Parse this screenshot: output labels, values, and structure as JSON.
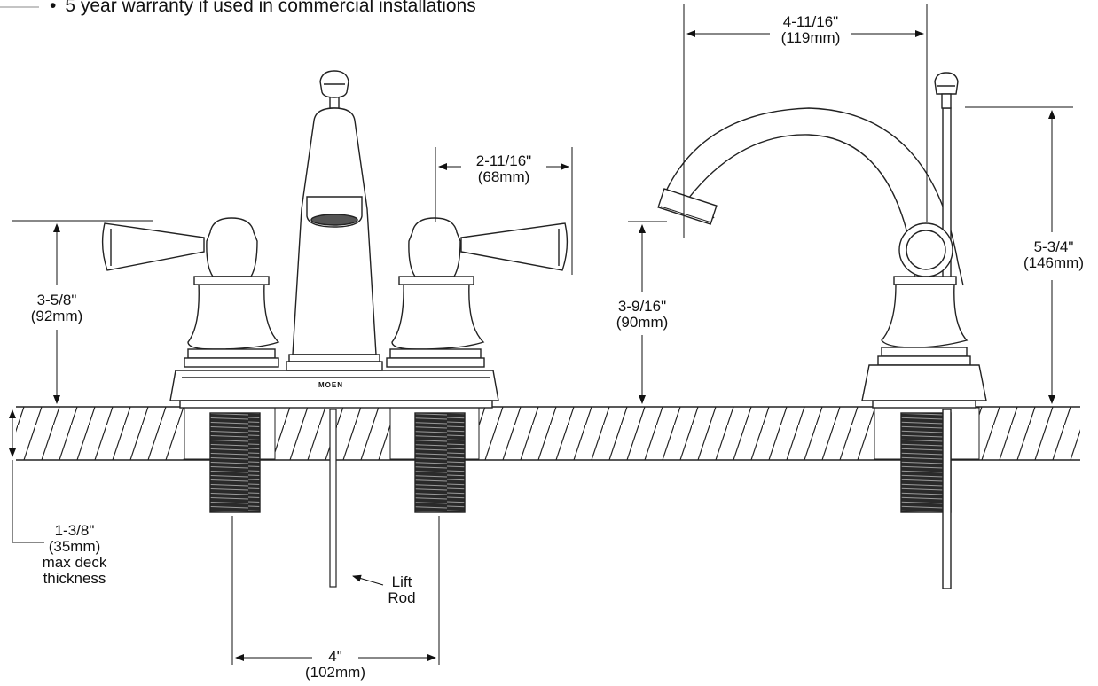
{
  "bullet_text": "5 year warranty if used in commercial installations",
  "brand_mark": "MOEN",
  "dimensions": {
    "spout_reach": {
      "imperial": "4-11/16\"",
      "metric": "(119mm)"
    },
    "handle_to_spout": {
      "imperial": "2-11/16\"",
      "metric": "(68mm)"
    },
    "handle_height": {
      "imperial": "3-5/8\"",
      "metric": "(92mm)"
    },
    "aerator_height": {
      "imperial": "3-9/16\"",
      "metric": "(90mm)"
    },
    "overall_height": {
      "imperial": "5-3/4\"",
      "metric": "(146mm)"
    },
    "deck_thickness": {
      "imperial": "1-3/8\"",
      "metric": "(35mm)",
      "note_line1": "max deck",
      "note_line2": "thickness"
    },
    "centers": {
      "imperial": "4\"",
      "metric": "(102mm)"
    }
  },
  "lift_rod": {
    "line1": "Lift",
    "line2": "Rod"
  }
}
